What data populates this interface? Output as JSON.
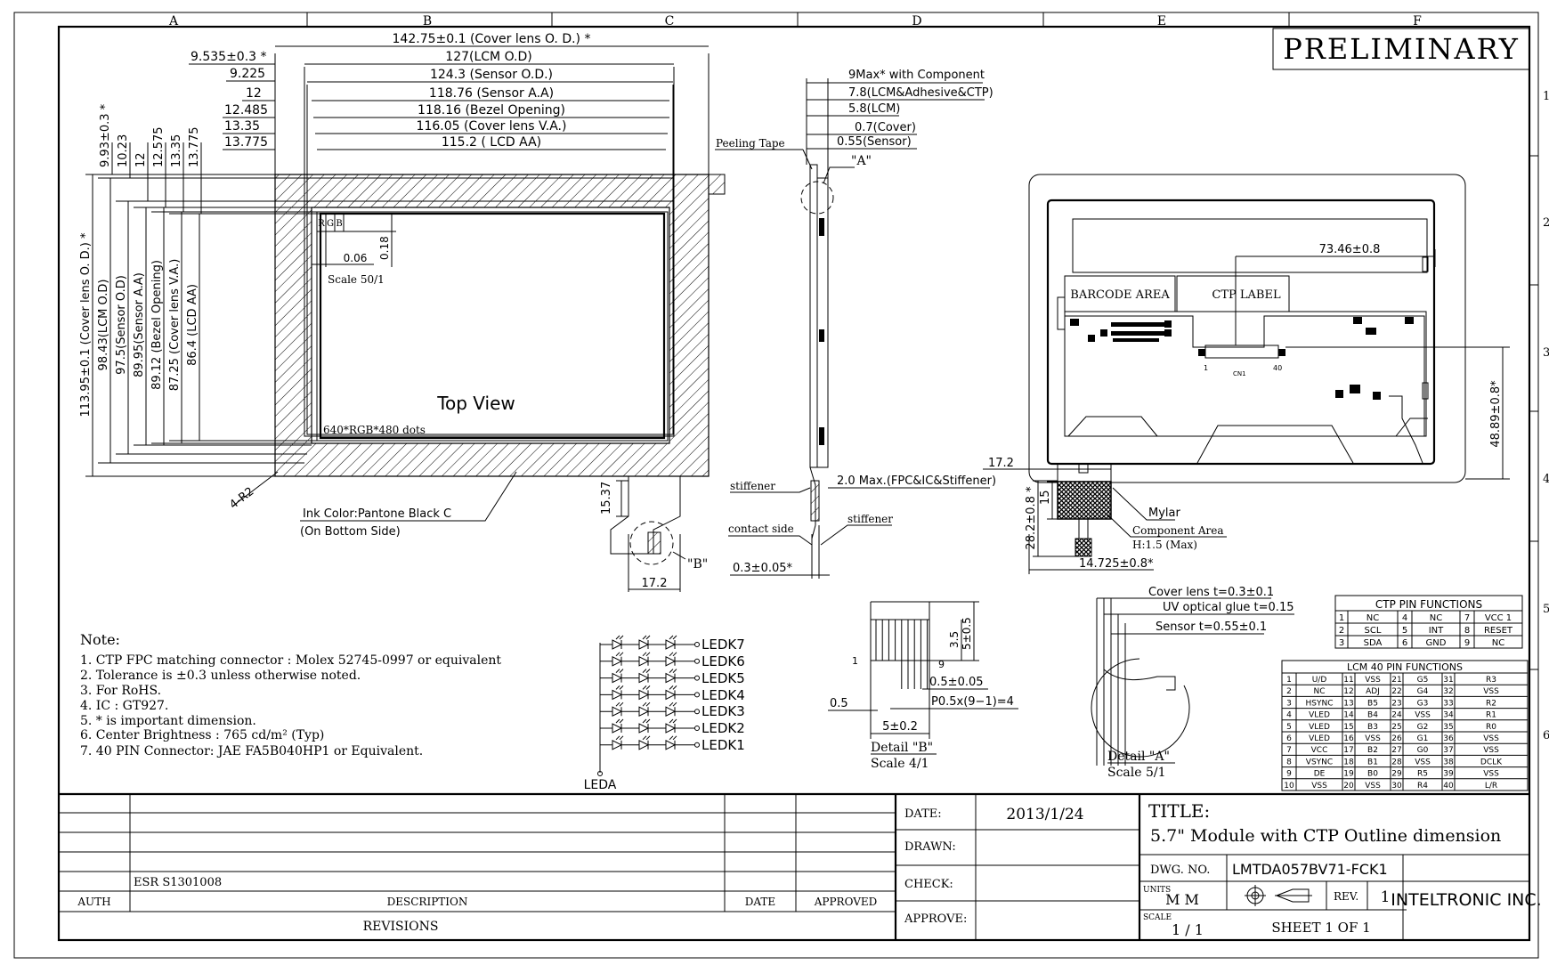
{
  "zones": {
    "columns": [
      "A",
      "B",
      "C",
      "D",
      "E",
      "F"
    ],
    "rows": [
      "1",
      "2",
      "3",
      "4",
      "5",
      "6"
    ]
  },
  "stamp": "PRELIMINARY",
  "top_view": {
    "label": "Top View",
    "resolution": "640*RGB*480 dots",
    "pixel_detail": {
      "rgb": [
        "R",
        "G",
        "B"
      ],
      "w": "0.06",
      "h": "0.18",
      "scale": "Scale 50/1"
    },
    "corner": "4-R2",
    "ink_color": "Ink Color:Pantone Black C",
    "ink_side": "(On Bottom Side)",
    "fpc_len": "15.37",
    "fpc_w": "17.2",
    "detail_b_ref": "\"B\"",
    "horizontal_dims": [
      {
        "left": "9.535±0.3 *",
        "top": "142.75±0.1 (Cover lens O. D.) *"
      },
      {
        "left": "9.225",
        "top": "127(LCM O.D)"
      },
      {
        "left": "",
        "top": "124.3 (Sensor O.D.)"
      },
      {
        "left": "12",
        "top": "118.76 (Sensor A.A)"
      },
      {
        "left": "12.485",
        "top": "118.16 (Bezel Opening)"
      },
      {
        "left": "13.35",
        "top": "116.05 (Cover lens V.A.)"
      },
      {
        "left": "13.775",
        "top": "115.2 ( LCD AA)"
      }
    ],
    "top_offsets": [
      "9.93±0.3 *",
      "10.23",
      "12",
      "12.575",
      "13.35",
      "13.775"
    ],
    "vertical_dims": [
      "113.95±0.1 (Cover lens O. D.) *",
      "98.43(LCM O.D)",
      "97.5(Sensor O.D)",
      "89.95(Sensor A.A)",
      "89.12 (Bezel Opening)",
      "87.25 (Cover lens V.A.)",
      "86.4 (LCD AA)"
    ]
  },
  "side_view": {
    "dims": [
      "9Max* with Component",
      "7.8(LCM&Adhesive&CTP)",
      "5.8(LCM)",
      "0.7(Cover)",
      "0.55(Sensor)"
    ],
    "peeling_tape": "Peeling Tape",
    "detail_a_ref": "\"A\"",
    "stiffener_left": "stiffener",
    "fpc_max": "2.0 Max.(FPC&IC&Stiffener)",
    "contact_side": "contact side",
    "stiffener_right": "stiffener",
    "thickness": "0.3±0.05*"
  },
  "back_view": {
    "dim_73": "73.46±0.8",
    "dim_48": "48.89±0.8*",
    "barcode": "BARCODE AREA",
    "ctp_label": "CTP LABEL",
    "cn": "CN1",
    "pin_first": "1",
    "pin_last": "40",
    "fpc_w": "17.2",
    "fpc_len": "28.2±0.8 *",
    "fpc_15": "15",
    "fpc_pos": "14.725±0.8*",
    "mylar": "Mylar",
    "component": "Component Area",
    "component_h": "H:1.5 (Max)"
  },
  "notes": {
    "title": "Note:",
    "items": [
      "1. CTP FPC matching connector : Molex 52745-0997 or equivalent",
      "2. Tolerance is ±0.3 unless otherwise noted.",
      "3. For RoHS.",
      "4. IC : GT927.",
      "5. * is important dimension.",
      "6. Center Brightness :  765 cd/m² (Typ)",
      "7. 40 PIN Connector: JAE FA5B040HP1 or Equivalent."
    ]
  },
  "led": {
    "labels": [
      "LEDK7",
      "LEDK6",
      "LEDK5",
      "LEDK4",
      "LEDK3",
      "LEDK2",
      "LEDK1"
    ],
    "anode": "LEDA"
  },
  "detail_b": {
    "title": "Detail \"B\"",
    "scale": "Scale 4/1",
    "dims": [
      "3.5",
      "5±0.5",
      "0.5±0.05",
      "P0.5x(9−1)=4",
      "0.5",
      "5±0.2"
    ],
    "pin_first": "1",
    "pin_last": "9"
  },
  "detail_a": {
    "title": "Detail \"A\"",
    "scale": "Scale 5/1",
    "layers": [
      "Cover lens  t=0.3±0.1",
      "UV optical glue  t=0.15",
      "Sensor  t=0.55±0.1"
    ]
  },
  "ctp_pins": {
    "title": "CTP PIN FUNCTIONS",
    "rows": [
      [
        "1",
        "NC",
        "4",
        "NC",
        "7",
        "VCC 1"
      ],
      [
        "2",
        "SCL",
        "5",
        "INT",
        "8",
        "RESET"
      ],
      [
        "3",
        "SDA",
        "6",
        "GND",
        "9",
        "NC"
      ]
    ]
  },
  "lcm_pins": {
    "title": "LCM 40 PIN FUNCTIONS",
    "rows": [
      [
        "1",
        "U/D",
        "11",
        "VSS",
        "21",
        "G5",
        "31",
        "R3"
      ],
      [
        "2",
        "NC",
        "12",
        "ADJ",
        "22",
        "G4",
        "32",
        "VSS"
      ],
      [
        "3",
        "HSYNC",
        "13",
        "B5",
        "23",
        "G3",
        "33",
        "R2"
      ],
      [
        "4",
        "VLED",
        "14",
        "B4",
        "24",
        "VSS",
        "34",
        "R1"
      ],
      [
        "5",
        "VLED",
        "15",
        "B3",
        "25",
        "G2",
        "35",
        "R0"
      ],
      [
        "6",
        "VLED",
        "16",
        "VSS",
        "26",
        "G1",
        "36",
        "VSS"
      ],
      [
        "7",
        "VCC",
        "17",
        "B2",
        "27",
        "G0",
        "37",
        "VSS"
      ],
      [
        "8",
        "VSYNC",
        "18",
        "B1",
        "28",
        "VSS",
        "38",
        "DCLK"
      ],
      [
        "9",
        "DE",
        "19",
        "B0",
        "29",
        "R5",
        "39",
        "VSS"
      ],
      [
        "10",
        "VSS",
        "20",
        "VSS",
        "30",
        "R4",
        "40",
        "L/R"
      ]
    ]
  },
  "title_block": {
    "revision": "ESR S1301008",
    "auth": "AUTH",
    "description": "DESCRIPTION",
    "date_col": "DATE",
    "approved": "APPROVED",
    "revisions": "REVISIONS",
    "date_label": "DATE:",
    "date_value": "2013/1/24",
    "drawn_label": "DRAWN:",
    "check_label": "CHECK:",
    "approve_label": "APPROVE:",
    "title_label": "TITLE:",
    "title_value": "5.7\"  Module with CTP Outline dimension",
    "dwg_label": "DWG. NO.",
    "dwg_value": "LMTDA057BV71-FCK1",
    "units_label": "UNITS",
    "units_value": "M M",
    "rev_label": "REV.",
    "rev_value": "1",
    "company": "INTELTRONIC INC.",
    "scale_label": "SCALE",
    "scale_value": "1 / 1",
    "sheet": "SHEET  1  OF  1"
  }
}
